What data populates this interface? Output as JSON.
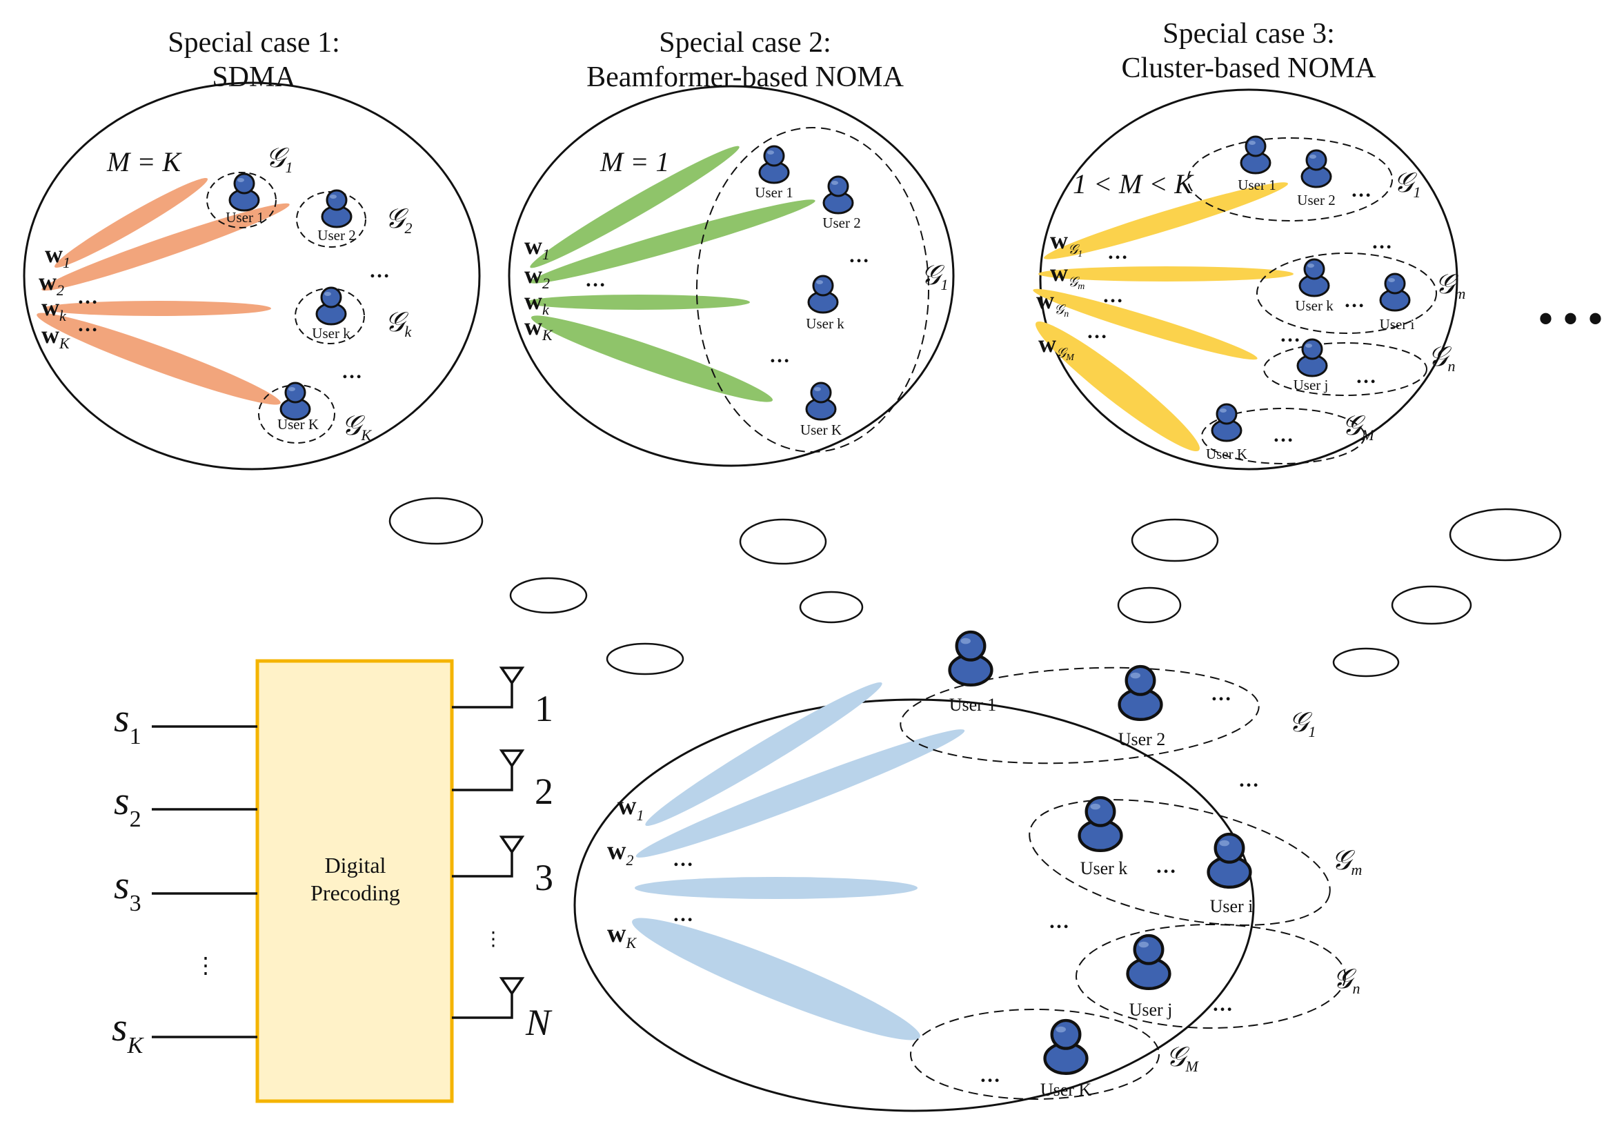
{
  "panels": {
    "case1": {
      "title_line1": "Special case 1:",
      "title_line2": "SDMA",
      "condition": "M = K",
      "users": [
        "User 1",
        "User 2",
        "User k",
        "User K"
      ],
      "groups": [
        "1",
        "2",
        "k",
        "K"
      ],
      "beams": [
        "1",
        "2",
        "k",
        "K"
      ],
      "beam_color": "#f2a57c"
    },
    "case2": {
      "title_line1": "Special case 2:",
      "title_line2": "Beamformer-based NOMA",
      "condition": "M = 1",
      "users": [
        "User 1",
        "User 2",
        "User k",
        "User K"
      ],
      "groups": [
        "1"
      ],
      "beams": [
        "1",
        "2",
        "k",
        "K"
      ],
      "beam_color": "#8fc46a"
    },
    "case3": {
      "title_line1": "Special case 3:",
      "title_line2": "Cluster-based NOMA",
      "condition": "1 < M < K",
      "users": [
        "User 1",
        "User 2",
        "User k",
        "User i",
        "User j",
        "User K"
      ],
      "groups": [
        "1",
        "m",
        "n",
        "M"
      ],
      "beams": [
        "1",
        "m",
        "n",
        "M"
      ],
      "beam_color": "#fbd24c"
    },
    "general": {
      "users": [
        "User 1",
        "User 2",
        "User k",
        "User i",
        "User j",
        "User K"
      ],
      "groups": [
        "1",
        "m",
        "n",
        "M"
      ],
      "beams": [
        "1",
        "2",
        "K"
      ],
      "beam_color": "#b9d3ea"
    }
  },
  "precoder": {
    "label_line1": "Digital",
    "label_line2": "Precoding",
    "fill": "#fff2c8",
    "border": "#f4b400",
    "inputs": [
      "1",
      "2",
      "3",
      "K"
    ],
    "antennas": [
      "1",
      "2",
      "3",
      "N"
    ]
  },
  "symbols": {
    "w": "w",
    "s": "s",
    "G": "𝒢",
    "ellipsis": "…",
    "vdots": "⋮",
    "big_dots": "• • •"
  },
  "colors": {
    "user_icon": "#3e63b0",
    "user_icon_dark": "#1c3566"
  }
}
